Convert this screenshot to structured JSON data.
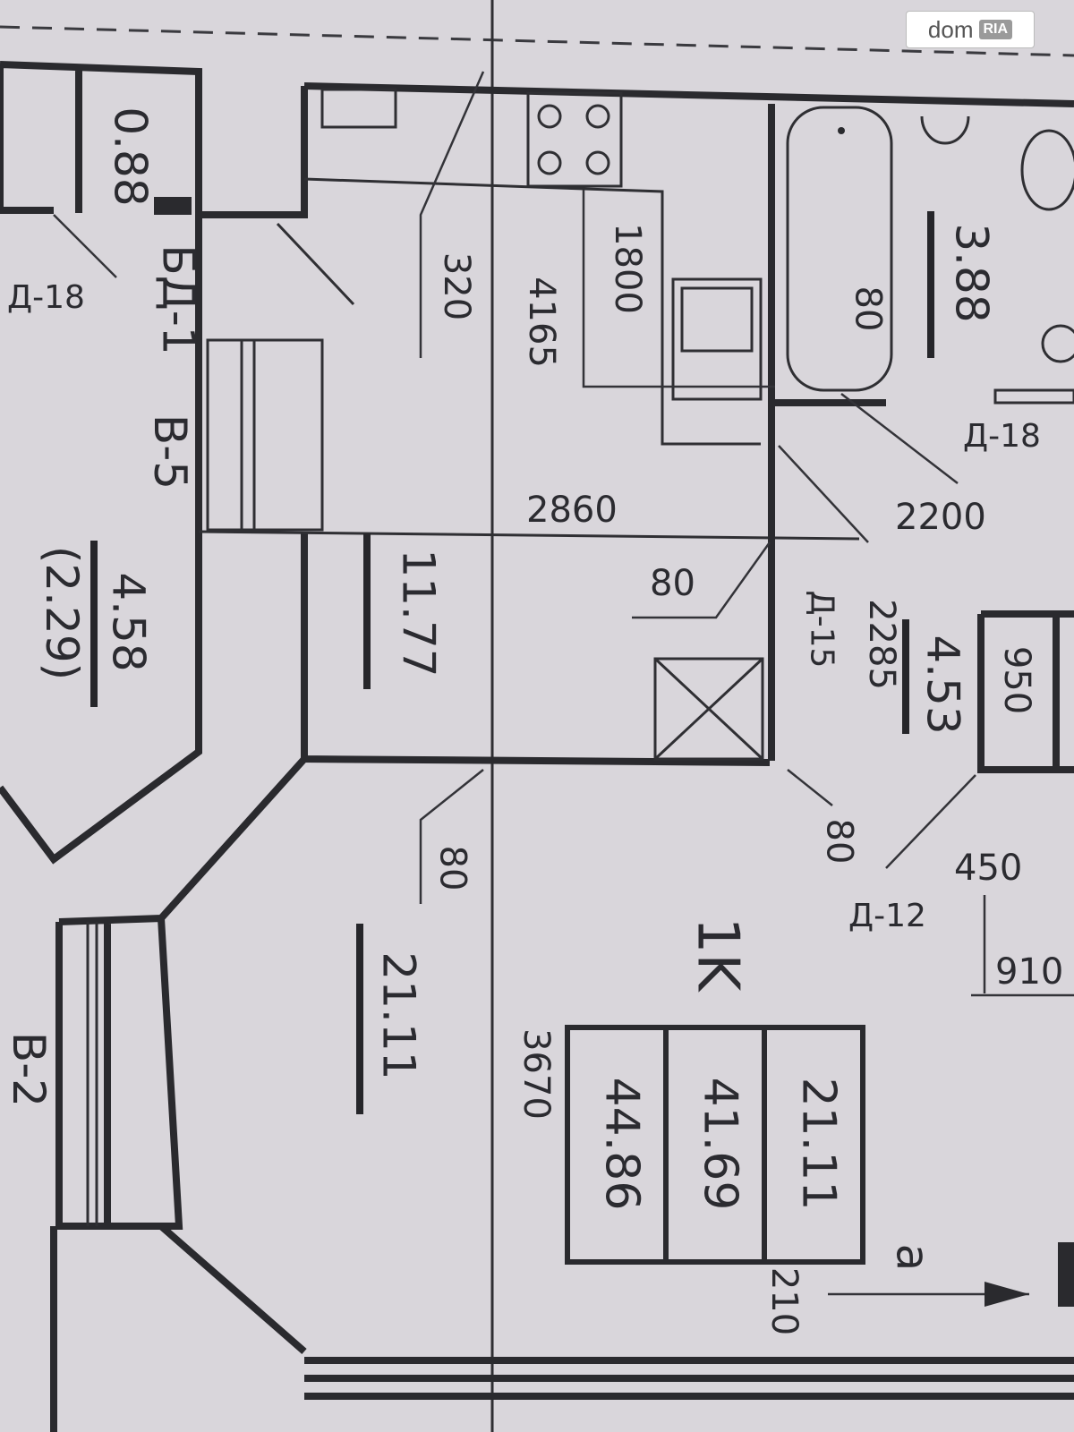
{
  "watermark": {
    "brand": "dom",
    "badge": "RIA"
  },
  "plan": {
    "apartment_type": "1K",
    "area_table": {
      "living": "21.11",
      "total_no_balcony": "41.69",
      "total": "44.86"
    },
    "rooms": {
      "storage_area": "0.88",
      "balcony_area": "4.58",
      "balcony_reduced_area": "(2.29)",
      "kitchen_area": "11.77",
      "living_room_area": "21.11",
      "bathroom_area": "3.88",
      "hallway_area": "4.53"
    },
    "dimensions": {
      "d_320": "320",
      "d_4165": "4165",
      "d_1800": "1800",
      "d_80_bath": "80",
      "d_2860": "2860",
      "d_2200": "2200",
      "d_80_mid": "80",
      "d_2285": "2285",
      "d_950": "950",
      "d_80_low": "80",
      "d_80_right": "80",
      "d_450": "450",
      "d_910": "910",
      "d_3670": "3670",
      "d_210": "210"
    },
    "codes": {
      "d18_left": "Д-18",
      "bd1": "БД-1",
      "b5": "В-5",
      "d18_right": "Д-18",
      "d15": "Д-15",
      "d12": "Д-12",
      "b2": "В-2",
      "section_mark": "а"
    }
  }
}
